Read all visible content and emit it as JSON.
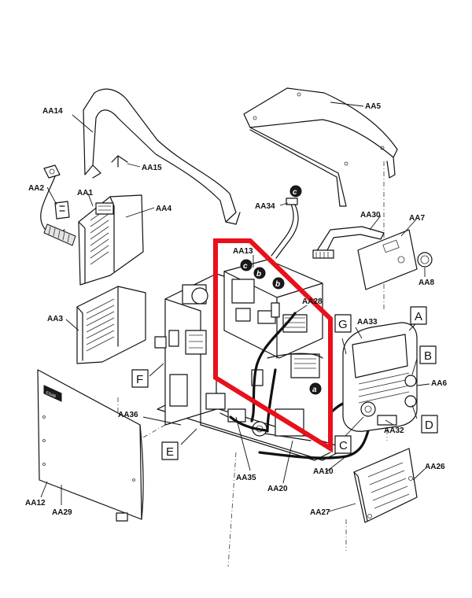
{
  "parts": {
    "aa14": "AA14",
    "aa15": "AA15",
    "aa2": "AA2",
    "aa1": "AA1",
    "aa4": "AA4",
    "aa3": "AA3",
    "aa5": "AA5",
    "aa34": "AA34",
    "aa30": "AA30",
    "aa7": "AA7",
    "aa8": "AA8",
    "aa13": "AA13",
    "aa28": "AA28",
    "aa33": "AA33",
    "aa6": "AA6",
    "aa32": "AA32",
    "aa36": "AA36",
    "aa35": "AA35",
    "aa20": "AA20",
    "aa10": "AA10",
    "aa26": "AA26",
    "aa27": "AA27",
    "aa12": "AA12",
    "aa29": "AA29"
  },
  "boxes": {
    "a": "A",
    "b": "B",
    "c": "C",
    "d": "D",
    "e": "E",
    "f": "F",
    "g": "G"
  },
  "markers": {
    "a": "a",
    "b": "b",
    "c": "c"
  },
  "highlight_color": "#e8101a"
}
